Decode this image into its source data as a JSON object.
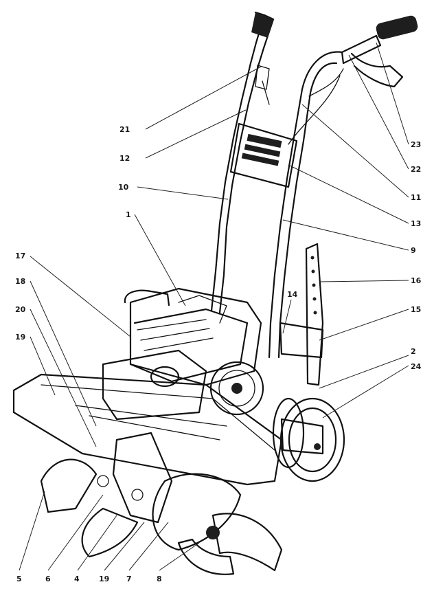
{
  "diagram": {
    "colors": {
      "ink": "#111111",
      "background": "#ffffff"
    },
    "callouts": [
      "21",
      "12",
      "10",
      "1",
      "17",
      "18",
      "20",
      "19",
      "23",
      "22",
      "11",
      "13",
      "9",
      "16",
      "14",
      "15",
      "2",
      "24",
      "5",
      "6",
      "4",
      "19",
      "7",
      "8"
    ]
  }
}
